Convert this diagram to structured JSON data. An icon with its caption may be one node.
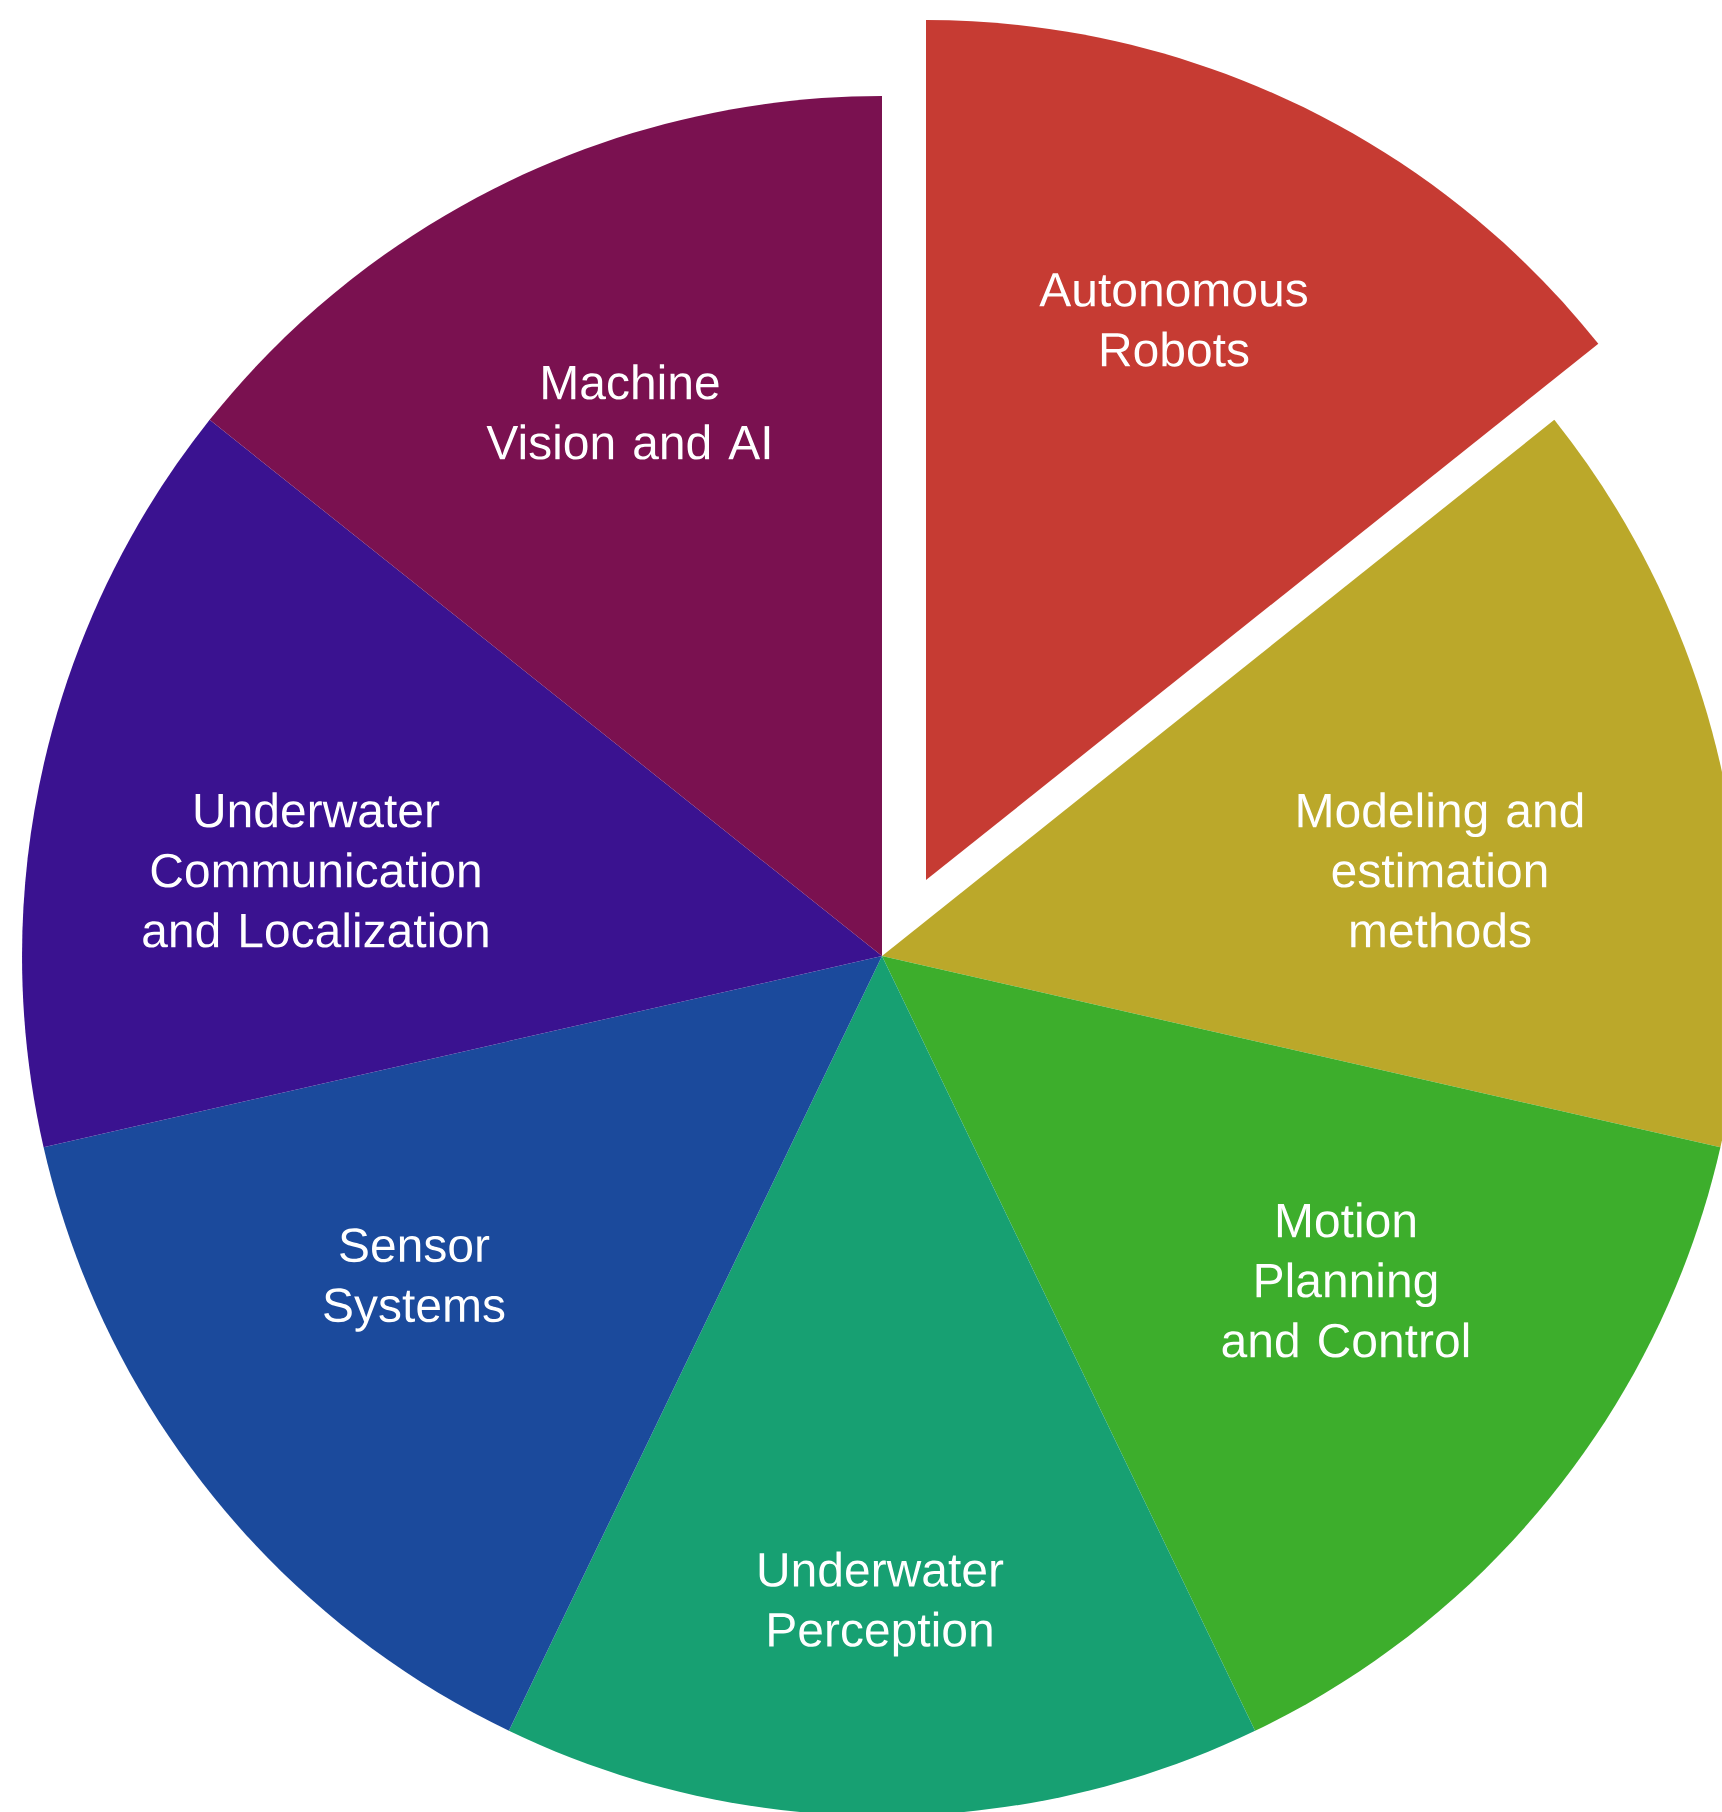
{
  "diagram": {
    "nodes": [
      {
        "text": [
          "Autonomous Robots"
        ]
      },
      {
        "text": [
          "Modeling and estimation methods"
        ]
      },
      {
        "text": [
          "Motion Planning and Control"
        ]
      },
      {
        "text": [
          "Underwater Perception"
        ]
      },
      {
        "text": [
          "Sensor Systems"
        ]
      },
      {
        "text": [
          "Underwater Communication and Localization"
        ]
      },
      {
        "text": [
          "Machine Vision and AI"
        ]
      }
    ]
  }
}
